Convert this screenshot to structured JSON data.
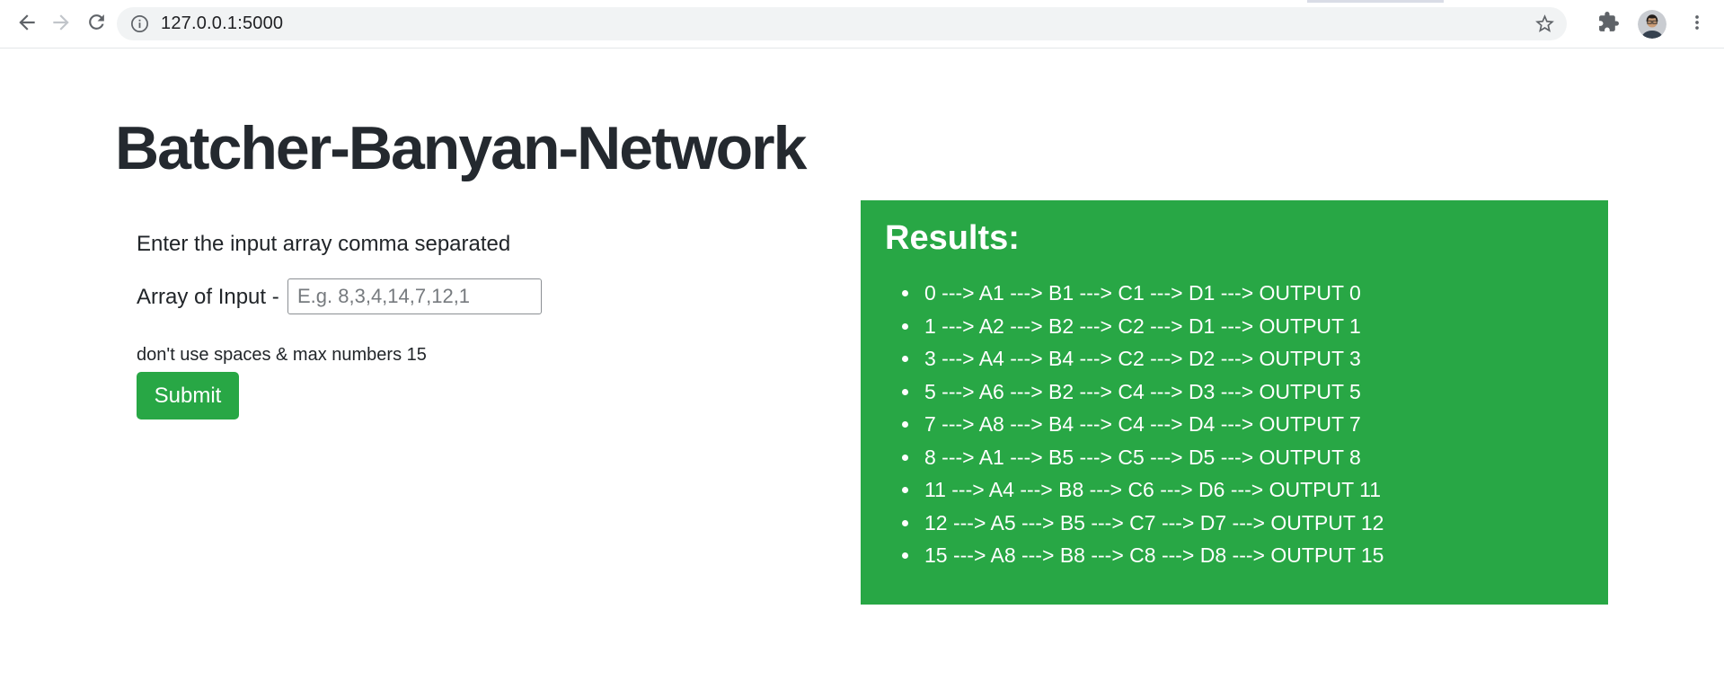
{
  "browser": {
    "url": "127.0.0.1:5000"
  },
  "page": {
    "title": "Batcher-Banyan-Network",
    "form": {
      "instruction": "Enter the input array comma separated",
      "input_label": "Array of Input -",
      "input_placeholder": "E.g. 8,3,4,14,7,12,1",
      "input_value": "",
      "hint": "don't use spaces & max numbers 15",
      "submit_label": "Submit"
    },
    "results": {
      "heading": "Results:",
      "items": [
        "0 ---> A1 ---> B1 ---> C1 ---> D1 ---> OUTPUT 0",
        "1 ---> A2 ---> B2 ---> C2 ---> D1 ---> OUTPUT 1",
        "3 ---> A4 ---> B4 ---> C2 ---> D2 ---> OUTPUT 3",
        "5 ---> A6 ---> B2 ---> C4 ---> D3 ---> OUTPUT 5",
        "7 ---> A8 ---> B4 ---> C4 ---> D4 ---> OUTPUT 7",
        "8 ---> A1 ---> B5 ---> C5 ---> D5 ---> OUTPUT 8",
        "11 ---> A4 ---> B8 ---> C6 ---> D6 ---> OUTPUT 11",
        "12 ---> A5 ---> B5 ---> C7 ---> D7 ---> OUTPUT 12",
        "15 ---> A8 ---> B8 ---> C8 ---> D8 ---> OUTPUT 15"
      ]
    }
  },
  "colors": {
    "accent_green": "#28a745",
    "toolbar_icon": "#5f6368",
    "toolbar_icon_disabled": "#c1c5ca",
    "url_bar_bg": "#f1f3f4",
    "url_text": "#202124",
    "body_text": "#212529",
    "placeholder_text": "#767a7e",
    "results_text": "#ffffff"
  }
}
